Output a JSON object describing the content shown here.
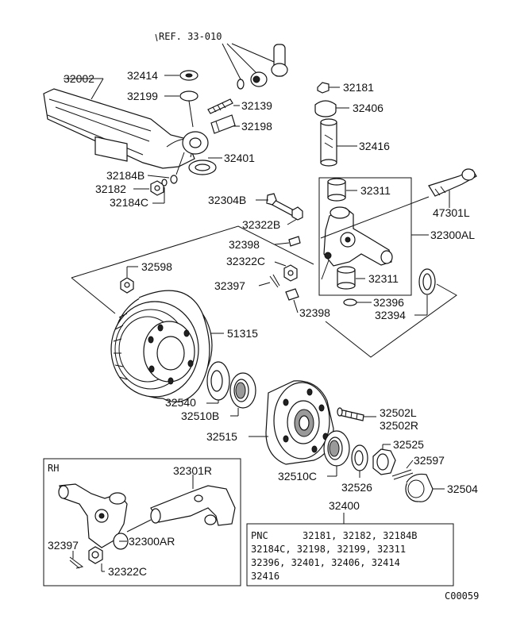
{
  "ref_label": "REF. 33-010",
  "parts": {
    "p32002": "32002",
    "p32414": "32414",
    "p32199": "32199",
    "p32139": "32139",
    "p32198": "32198",
    "p32401": "32401",
    "p32184B": "32184B",
    "p32182": "32182",
    "p32184C": "32184C",
    "p32181": "32181",
    "p32406": "32406",
    "p32416": "32416",
    "p32311a": "32311",
    "p32311b": "32311",
    "p47301L": "47301L",
    "p32300AL": "32300AL",
    "p32304B": "32304B",
    "p32322B": "32322B",
    "p32398a": "32398",
    "p32322Ca": "32322C",
    "p32397a": "32397",
    "p32398b": "32398",
    "p32396": "32396",
    "p32394": "32394",
    "p32598": "32598",
    "p51315": "51315",
    "p32540": "32540",
    "p32510B": "32510B",
    "p32502L": "32502L",
    "p32502R": "32502R",
    "p32515": "32515",
    "p32525": "32525",
    "p32597": "32597",
    "p32510C": "32510C",
    "p32526": "32526",
    "p32504": "32504",
    "p32400": "32400",
    "p32301R": "32301R",
    "p32397b": "32397",
    "p32300AR": "32300AR",
    "p32322Cb": "32322C"
  },
  "inset_label": "RH",
  "pnc": {
    "lines": [
      "PNC      32181, 32182, 32184B",
      "32184C, 32198, 32199, 32311",
      "32396, 32401, 32406, 32414",
      "32416"
    ]
  },
  "figure_code": "C00059"
}
